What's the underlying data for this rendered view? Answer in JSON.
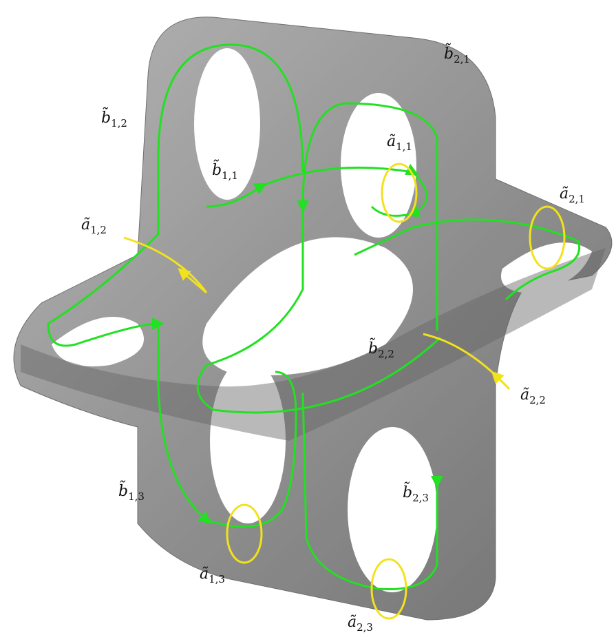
{
  "diagram": {
    "surface_color": "#7d7d7d",
    "b_cycle_color": "#22e022",
    "a_cycle_color": "#f2e21c",
    "labels": {
      "b11": {
        "base": "b̃",
        "sub": "1,1"
      },
      "b12": {
        "base": "b̃",
        "sub": "1,2"
      },
      "b13": {
        "base": "b̃",
        "sub": "1,3"
      },
      "b21": {
        "base": "b̃",
        "sub": "2,1"
      },
      "b22": {
        "base": "b̃",
        "sub": "2,2"
      },
      "b23": {
        "base": "b̃",
        "sub": "2,3"
      },
      "a11": {
        "base": "ã",
        "sub": "1,1"
      },
      "a12": {
        "base": "ã",
        "sub": "1,2"
      },
      "a13": {
        "base": "ã",
        "sub": "1,3"
      },
      "a21": {
        "base": "ã",
        "sub": "2,1"
      },
      "a22": {
        "base": "ã",
        "sub": "2,2"
      },
      "a23": {
        "base": "ã",
        "sub": "2,3"
      }
    }
  }
}
